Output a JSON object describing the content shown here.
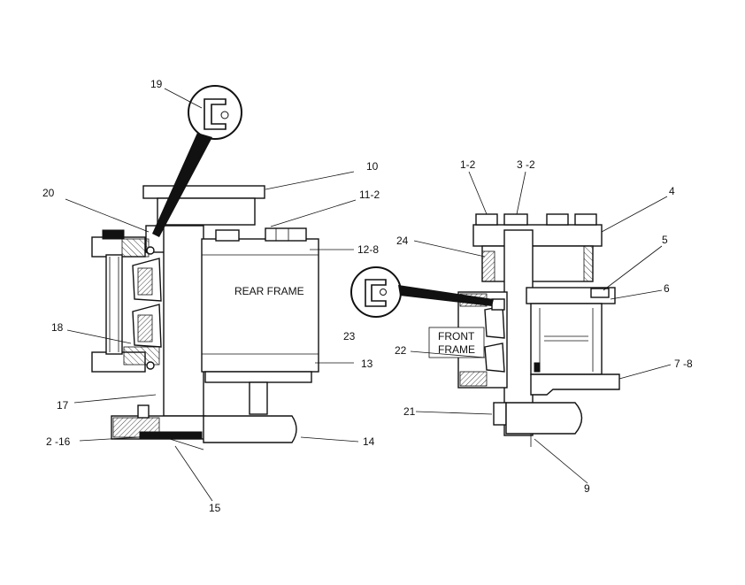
{
  "labels": {
    "rear_frame": "REAR FRAME",
    "front_frame_line1": "FRONT",
    "front_frame_line2": "FRAME"
  },
  "callouts": {
    "c19": "19",
    "c10": "10",
    "c20": "20",
    "c11_2": "11-2",
    "c12_8": "12-8",
    "c18": "18",
    "c13": "13",
    "c17": "17",
    "c2_16": "2 -16",
    "c14": "14",
    "c15": "15",
    "c1_2": "1-2",
    "c3_2": "3 -2",
    "c4": "4",
    "c24": "24",
    "c5": "5",
    "c6": "6",
    "c23": "23",
    "c22": "22",
    "c7_8": "7 -8",
    "c21": "21",
    "c9": "9"
  }
}
